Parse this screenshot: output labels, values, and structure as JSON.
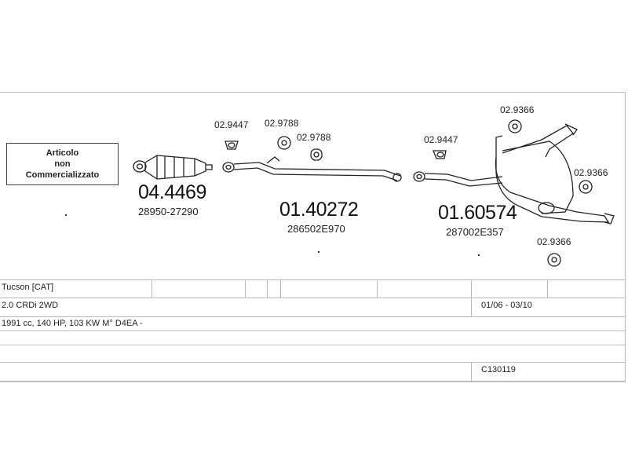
{
  "notice": {
    "line1": "Articolo",
    "line2": "non",
    "line3": "Commercializzato"
  },
  "parts": [
    {
      "code": "04.4469",
      "oem": "28950-27290"
    },
    {
      "code": "01.40272",
      "oem": "286502E970"
    },
    {
      "code": "01.60574",
      "oem": "287002E357"
    }
  ],
  "accessories": {
    "hanger_a": "02.9447",
    "hanger_b": "02.9788",
    "hanger_c": "02.9788",
    "hanger_d": "02.9447",
    "hanger_e": "02.9366",
    "hanger_f": "02.9366",
    "hanger_g": "02.9366"
  },
  "vehicle": {
    "model": "Tucson  [CAT]",
    "engine": "2.0 CRDi 2WD",
    "period": "01/06 - 03/10",
    "specs": "1991 cc, 140 HP, 103 KW M° D4EA -",
    "catalog_code": "C130119"
  }
}
